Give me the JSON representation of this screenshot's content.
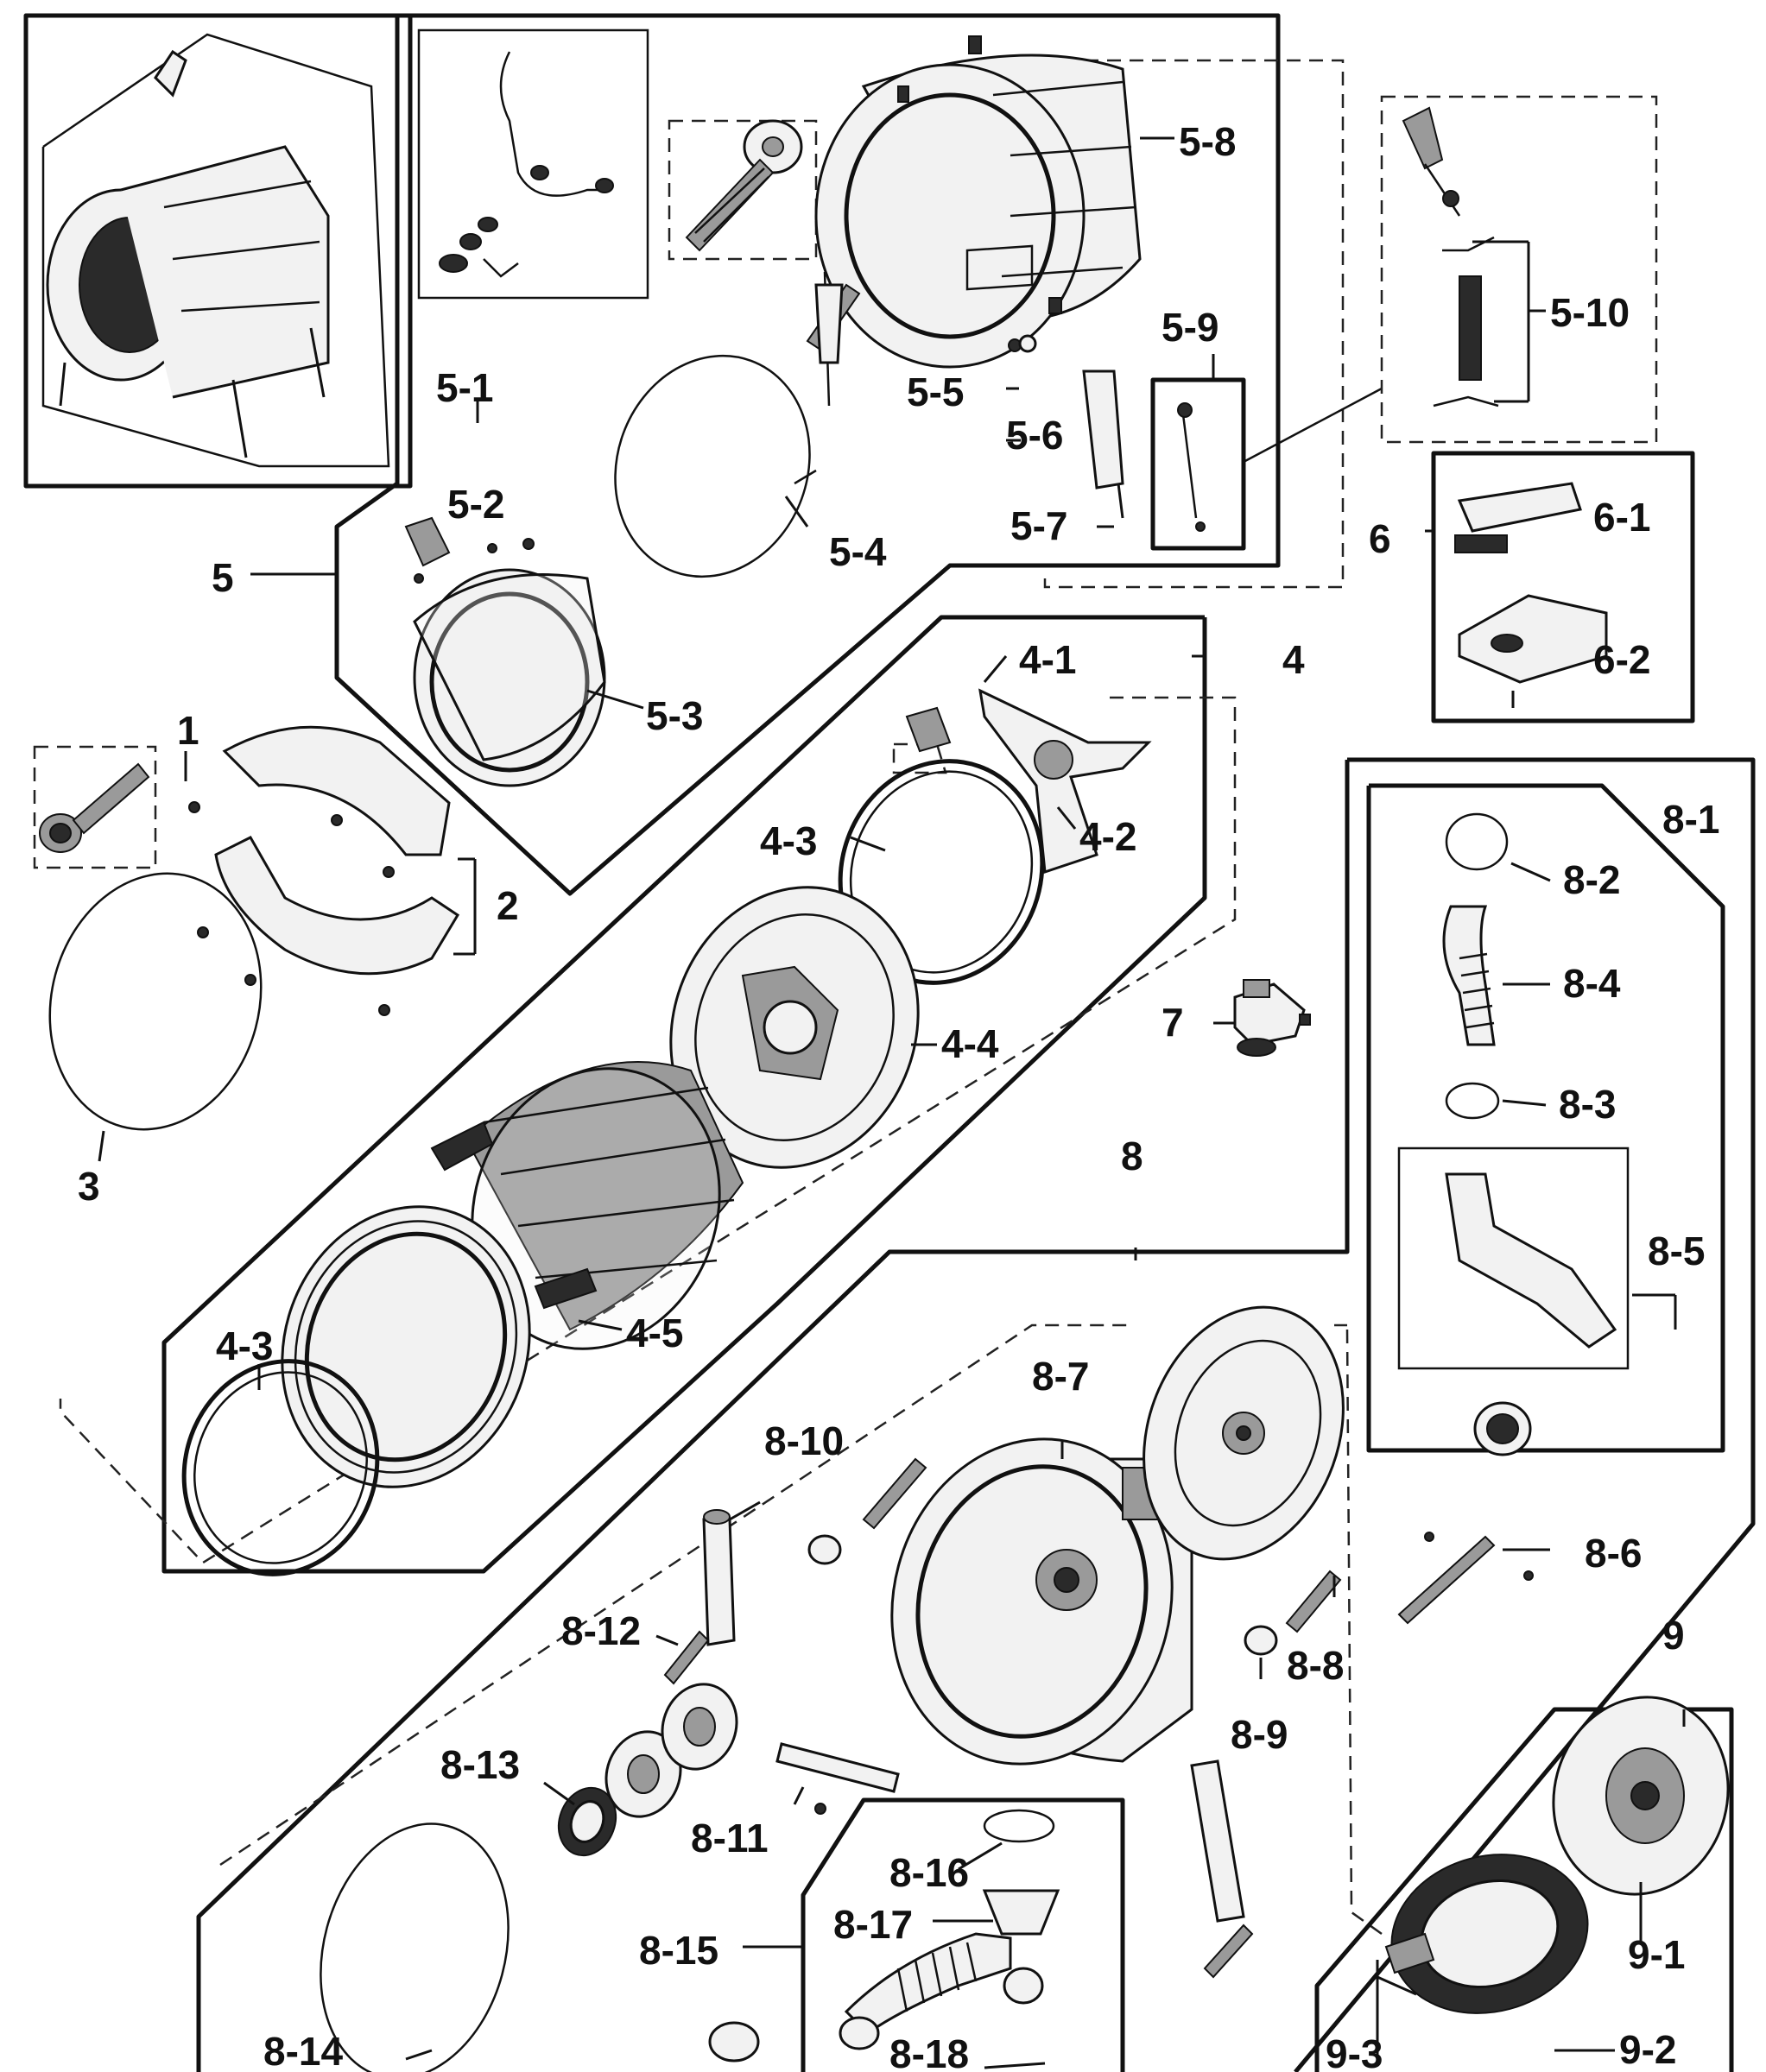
{
  "callouts": {
    "c1": "1",
    "c2": "2",
    "c3": "3",
    "c4": "4",
    "c4_1": "4-1",
    "c4_2": "4-2",
    "c4_3_upper": "4-3",
    "c4_3_lower": "4-3",
    "c4_4": "4-4",
    "c4_5": "4-5",
    "c5": "5",
    "c5_1": "5-1",
    "c5_2": "5-2",
    "c5_3": "5-3",
    "c5_4": "5-4",
    "c5_5": "5-5",
    "c5_6": "5-6",
    "c5_7": "5-7",
    "c5_8": "5-8",
    "c5_9": "5-9",
    "c5_10": "5-10",
    "c6": "6",
    "c6_1": "6-1",
    "c6_2": "6-2",
    "c7": "7",
    "c8": "8",
    "c8_1": "8-1",
    "c8_2": "8-2",
    "c8_3": "8-3",
    "c8_4": "8-4",
    "c8_5": "8-5",
    "c8_6": "8-6",
    "c8_7": "8-7",
    "c8_8": "8-8",
    "c8_9": "8-9",
    "c8_10": "8-10",
    "c8_11": "8-11",
    "c8_12": "8-12",
    "c8_13": "8-13",
    "c8_14": "8-14",
    "c8_15": "8-15",
    "c8_16": "8-16",
    "c8_17": "8-17",
    "c8_18": "8-18",
    "c9": "9",
    "c9_1": "9-1",
    "c9_2": "9-2",
    "c9_3": "9-3"
  },
  "colors": {
    "line": "#111111",
    "background": "#ffffff",
    "fill_light": "#f2f2f2",
    "fill_mid": "#9a9a9a",
    "fill_dark": "#2a2a2a"
  }
}
